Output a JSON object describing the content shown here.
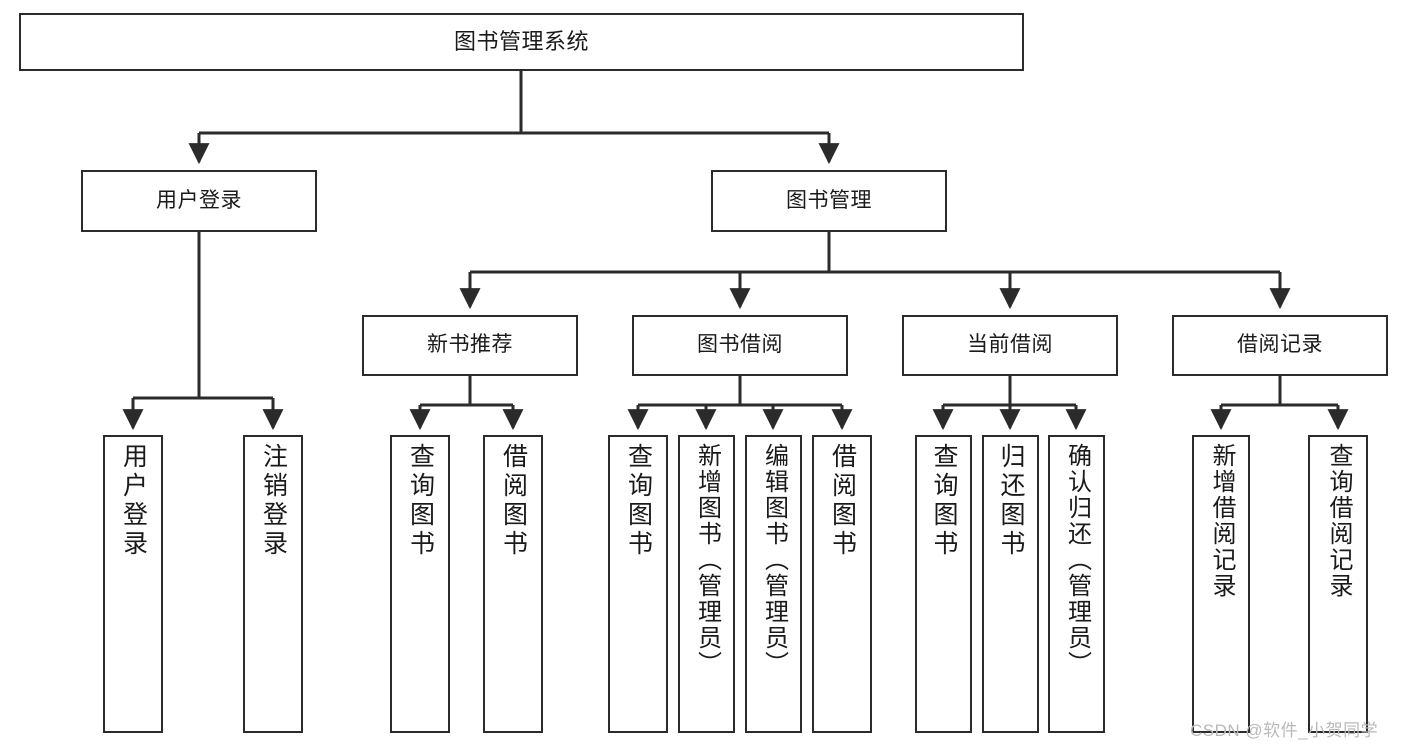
{
  "diagram": {
    "title": "图书管理系统",
    "type": "hierarchy-tree",
    "levels": 4,
    "line_color": "#2b2b2b",
    "box_fill": "#ffffff",
    "text_color": "#1a1a1a"
  },
  "root": {
    "label": "图书管理系统"
  },
  "level2": [
    {
      "label": "用户登录"
    },
    {
      "label": "图书管理"
    }
  ],
  "level3": [
    {
      "label": "新书推荐"
    },
    {
      "label": "图书借阅"
    },
    {
      "label": "当前借阅"
    },
    {
      "label": "借阅记录"
    }
  ],
  "leaves": [
    {
      "label": "用户登录",
      "parent": "用户登录"
    },
    {
      "label": "注销登录",
      "parent": "用户登录"
    },
    {
      "label": "查询图书",
      "parent": "新书推荐"
    },
    {
      "label": "借阅图书",
      "parent": "新书推荐"
    },
    {
      "label": "查询图书",
      "parent": "图书借阅"
    },
    {
      "label": "新增图书（管理员）",
      "parent": "图书借阅"
    },
    {
      "label": "编辑图书（管理员）",
      "parent": "图书借阅"
    },
    {
      "label": "借阅图书",
      "parent": "图书借阅"
    },
    {
      "label": "查询图书",
      "parent": "当前借阅"
    },
    {
      "label": "归还图书",
      "parent": "当前借阅"
    },
    {
      "label": "确认归还（管理员）",
      "parent": "当前借阅"
    },
    {
      "label": "新增借阅记录",
      "parent": "借阅记录"
    },
    {
      "label": "查询借阅记录",
      "parent": "借阅记录"
    }
  ],
  "watermark": {
    "text": "CSDN @软件_小贺同学",
    "color": "#b9b9b9"
  }
}
